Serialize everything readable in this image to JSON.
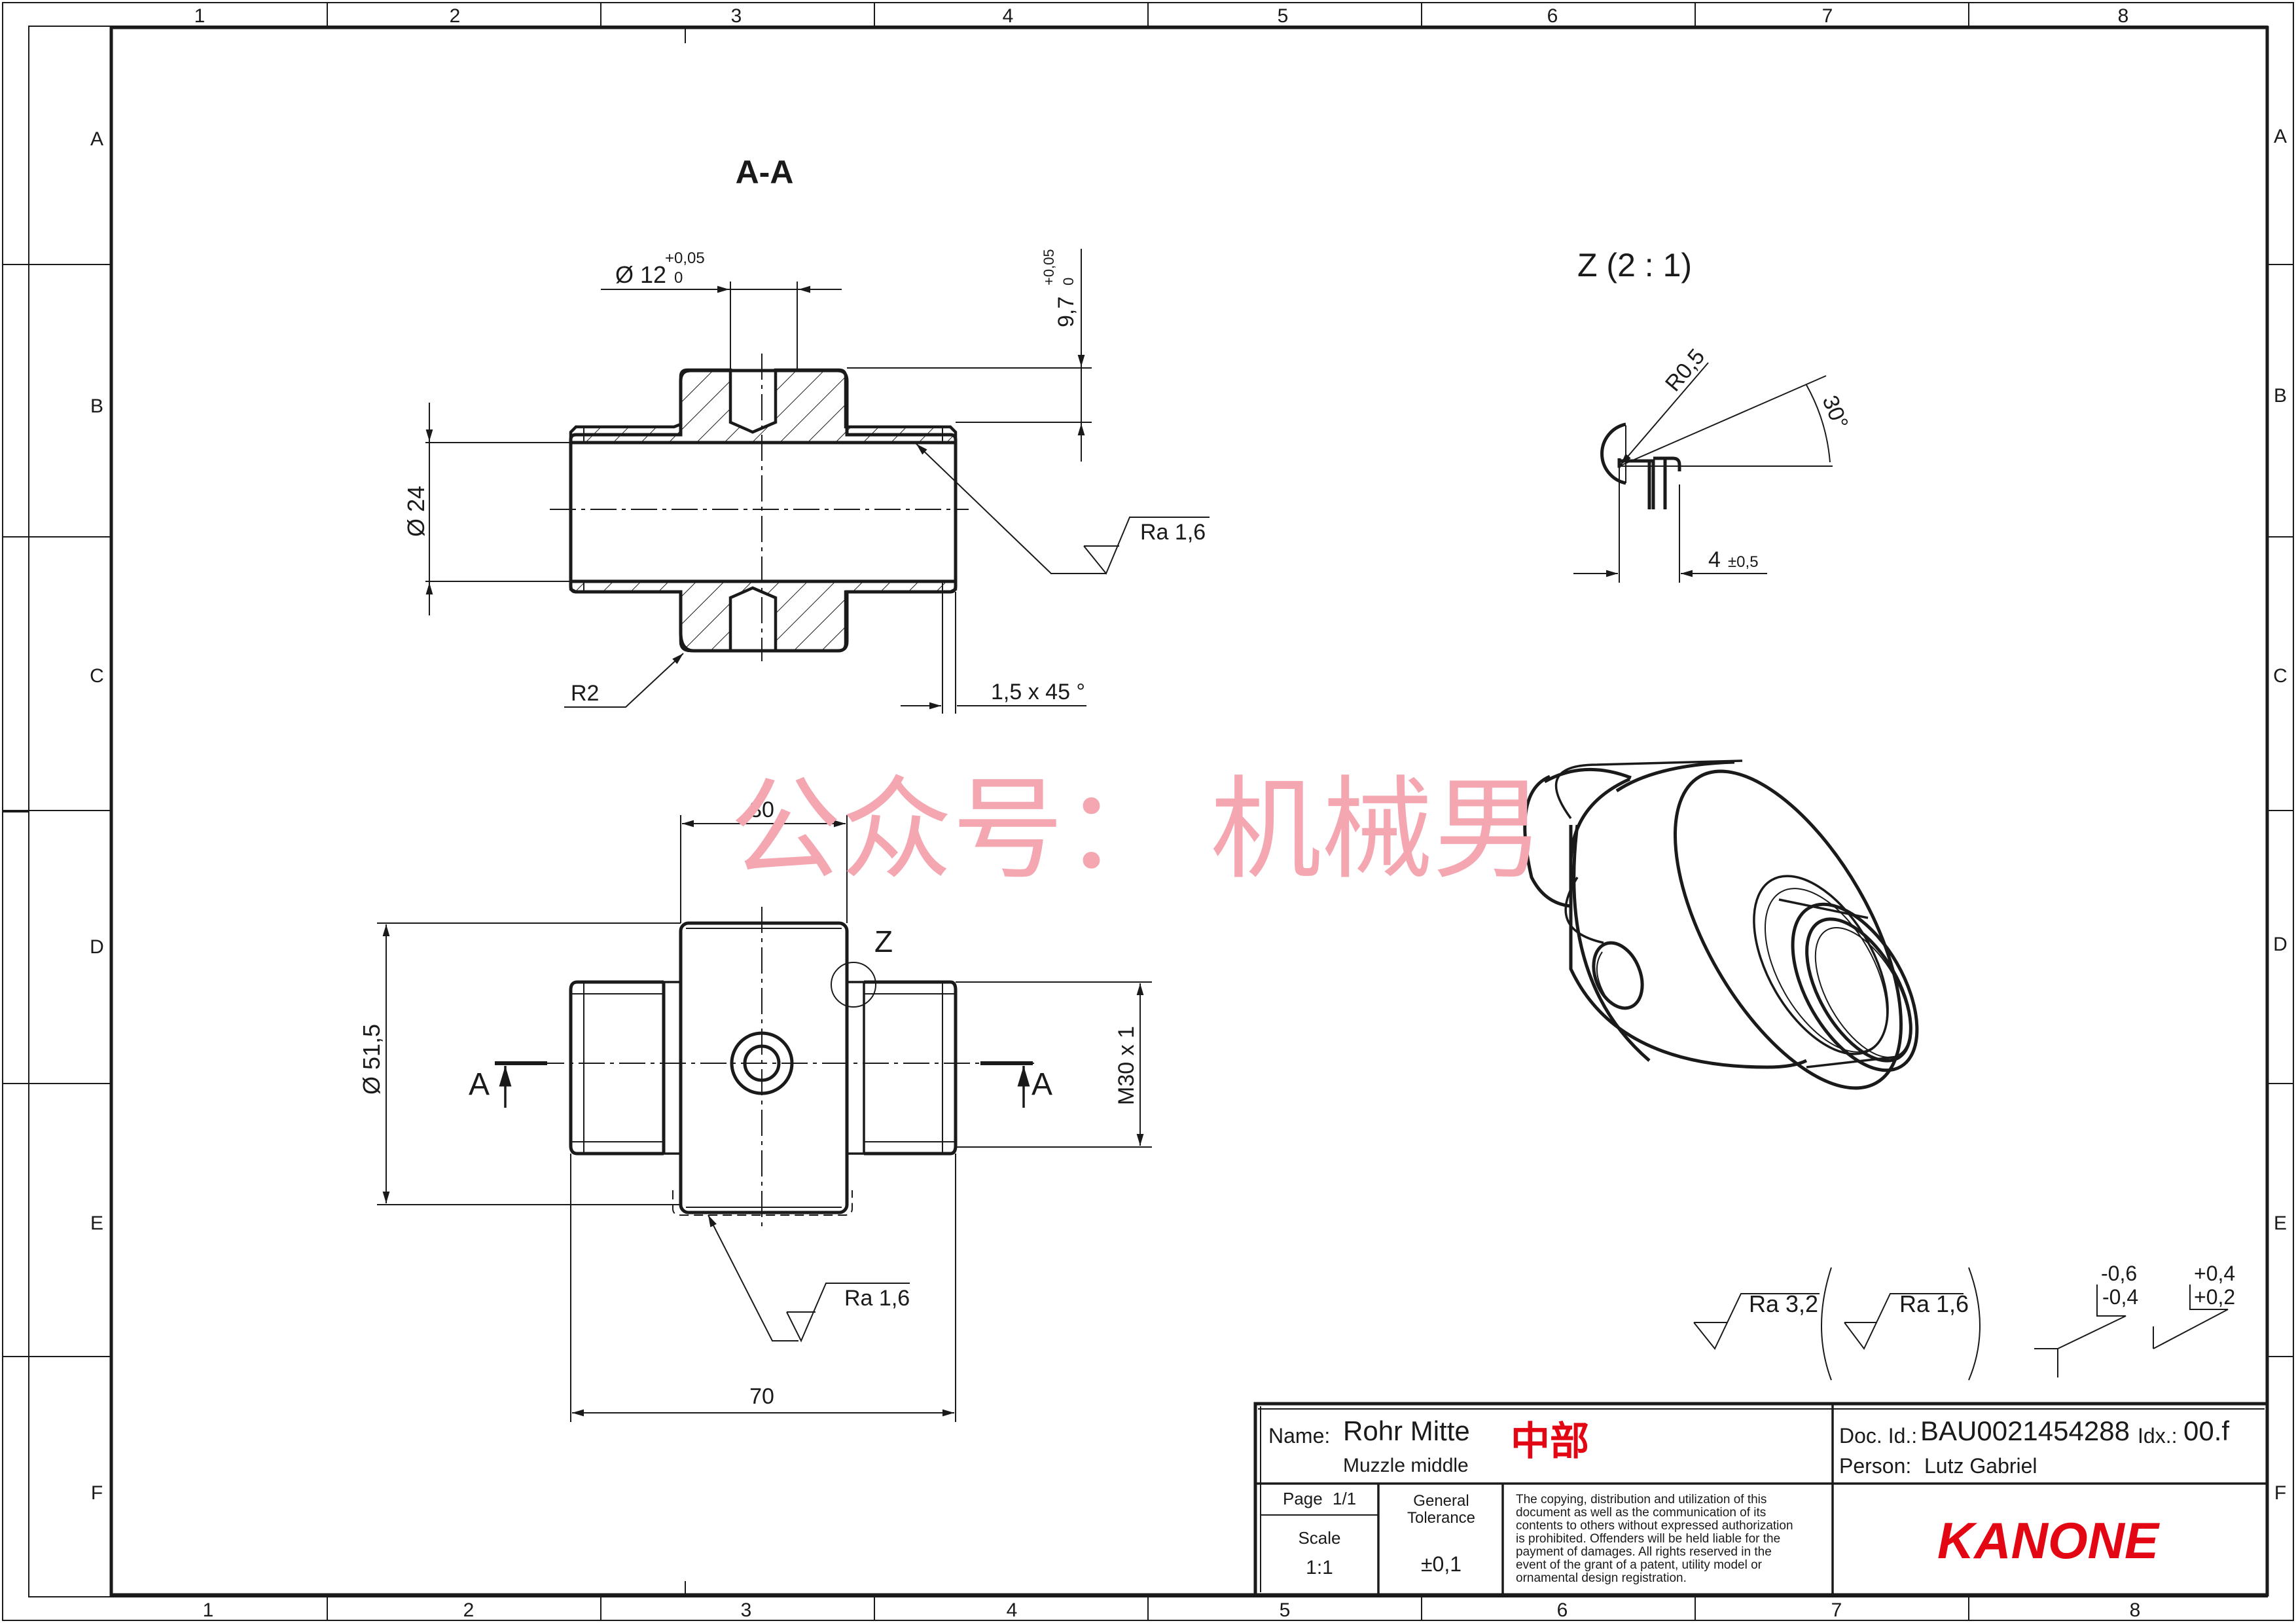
{
  "frame": {
    "columns": [
      "1",
      "2",
      "3",
      "4",
      "5",
      "6",
      "7",
      "8"
    ],
    "rows": [
      "A",
      "B",
      "C",
      "D",
      "E",
      "F"
    ]
  },
  "views": {
    "section_title": "A-A",
    "detail_title": "Z (2 : 1)",
    "detail_marker": "Z",
    "section_marker": "A"
  },
  "dimensions": {
    "bore_dia": "Ø 12",
    "bore_tol_upper": "+0,05",
    "bore_tol_lower": "0",
    "depth": "9,7",
    "depth_tol_upper": "+0,05",
    "depth_tol_lower": "0",
    "inner_dia": "Ø 24",
    "radius_r2": "R2",
    "chamfer": "1,5 x 45 °",
    "radius_r05": "R0,5",
    "angle": "30°",
    "groove_width": "4",
    "groove_tol": "±0,5",
    "width_30": "30",
    "outer_dia": "Ø 51,5",
    "thread": "M30 x 1",
    "length_70": "70"
  },
  "surface": {
    "ra16": "Ra 1,6",
    "ra32": "Ra 3,2"
  },
  "tolerances": {
    "tol_a_upper": "-0,6",
    "tol_a_lower": "-0,4",
    "tol_b_upper": "+0,4",
    "tol_b_lower": "+0,2"
  },
  "watermark": "公众号： 机械男",
  "title_block": {
    "name_label": "Name:",
    "name_value": "Rohr Mitte",
    "name_sub": "Muzzle middle",
    "stamp": "中部",
    "doc_label": "Doc. Id.:",
    "doc_value": "BAU0021454288",
    "idx_label": "Idx.:",
    "idx_value": "00.f",
    "person_label": "Person:",
    "person_value": "Lutz Gabriel",
    "page_label": "Page",
    "page_value": "1/1",
    "scale_label": "Scale",
    "scale_value": "1:1",
    "tol_label_1": "General",
    "tol_label_2": "Tolerance",
    "tol_value": "±0,1",
    "legal": [
      "The copying, distribution and utilization of this",
      "document as well as the communication of its",
      "contents to others without expressed authorization",
      "is prohibited. Offenders will be held liable for the",
      "payment of damages. All rights reserved in the",
      "event of the grant of a patent, utility model or",
      "ornamental design registration."
    ],
    "logo": "KANONE",
    "logo_color": "#e30613"
  }
}
